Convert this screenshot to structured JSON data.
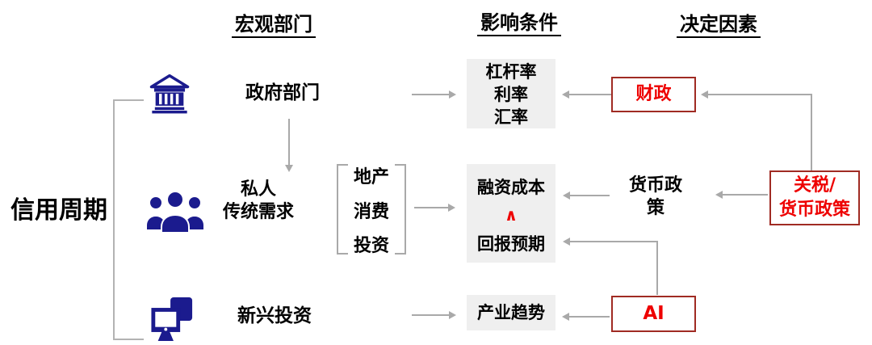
{
  "left_label": "信用周期",
  "headers": {
    "col1": "宏观部门",
    "col2": "影响条件",
    "col3": "决定因素"
  },
  "row_government": {
    "sector": "政府部门",
    "conditions": [
      "杠杆率",
      "利率",
      "汇率"
    ],
    "determinant": "财政"
  },
  "row_private": {
    "sector_line1": "私人",
    "sector_line2": "传统需求",
    "demand_items": [
      "地产",
      "消费",
      "投资"
    ],
    "conditions": {
      "top": "融资成本",
      "caret": "∧",
      "bottom": "回报预期"
    },
    "policy_line1": "货币政",
    "policy_line2": "策",
    "determinant_line1": "关税/",
    "determinant_line2": "货币政策"
  },
  "row_emerging": {
    "sector": "新兴投资",
    "condition": "产业趋势",
    "determinant": "AI"
  },
  "icons": {
    "government": "bank-icon",
    "private": "people-group-icon",
    "emerging": "computers-icon"
  },
  "colors": {
    "navy": "#1b1b8e",
    "red_text": "#ee0000",
    "red_border": "#a02b23",
    "box_gray": "#efefef",
    "line_gray": "#a9a9a9"
  }
}
